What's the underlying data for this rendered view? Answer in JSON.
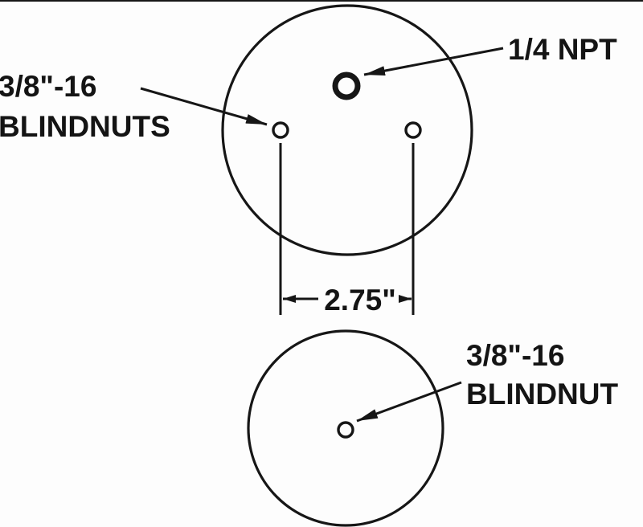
{
  "top_view": {
    "npt_label": "1/4 NPT",
    "blindnuts_line1": "3/8\"-16",
    "blindnuts_line2": "BLINDNUTS",
    "dimension": "2.75\""
  },
  "bottom_view": {
    "blindnut_line1": "3/8\"-16",
    "blindnut_line2": "BLINDNUT"
  },
  "colors": {
    "line": "#161616",
    "background": "#fdfdfd"
  }
}
